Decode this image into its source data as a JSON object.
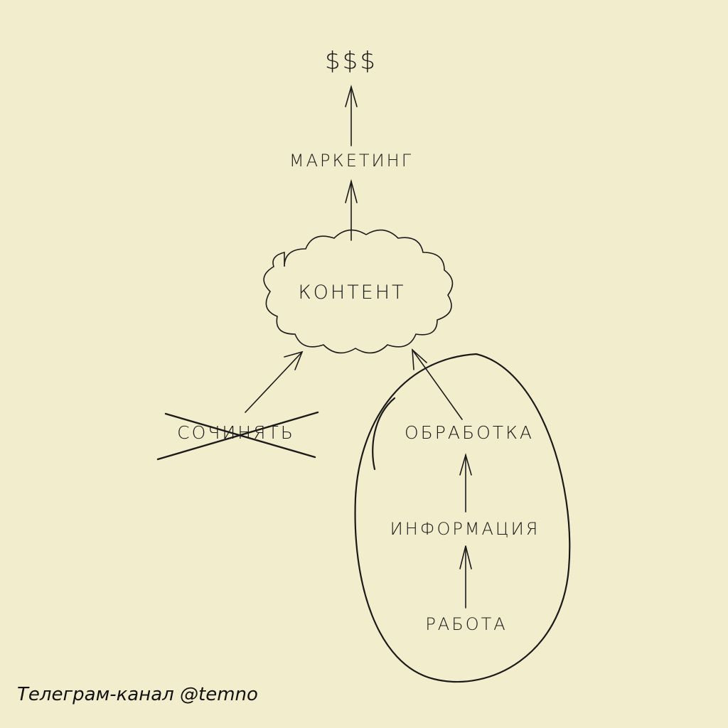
{
  "nodes": {
    "money": "$$$",
    "marketing": "МАРКЕТИНГ",
    "content": "КОНТЕНТ",
    "compose": "СОЧИНЯТЬ",
    "processing": "ОБРАБОТКА",
    "information": "ИНФОРМАЦИЯ",
    "work": "РАБОТА"
  },
  "footer": "Телеграм-канал @temno",
  "colors": {
    "background": "#f2edcc",
    "ink": "#1a1a1a"
  }
}
